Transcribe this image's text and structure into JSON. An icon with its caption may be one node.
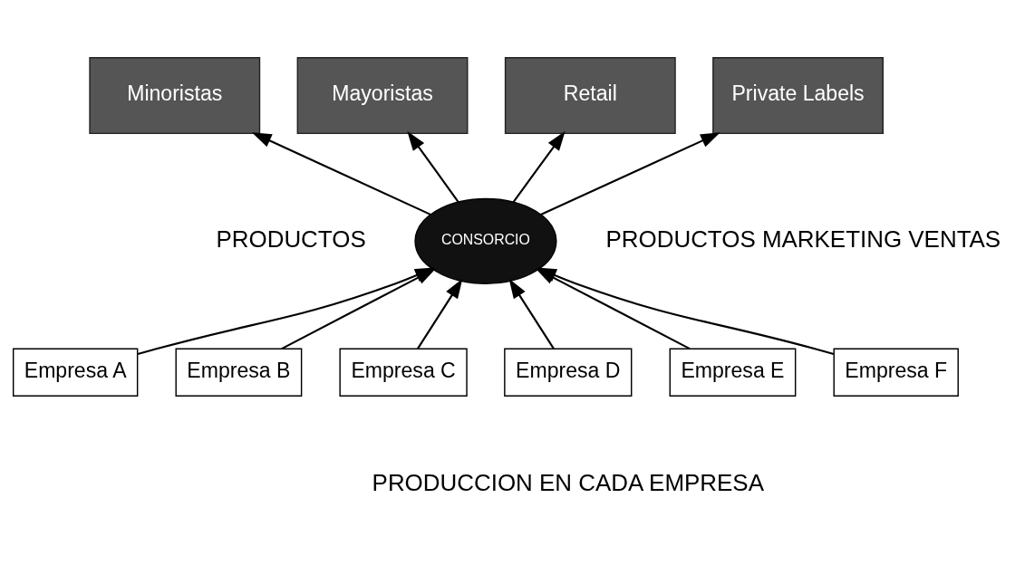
{
  "diagram": {
    "nodes": [
      {
        "text": [
          "Minoristas"
        ]
      },
      {
        "text": [
          "Mayoristas"
        ]
      },
      {
        "text": [
          "Retail"
        ]
      },
      {
        "text": [
          "Private Labels"
        ]
      },
      {
        "text": [
          "CONSORCIO"
        ]
      },
      {
        "text": [
          "Empresa A"
        ]
      },
      {
        "text": [
          "Empresa B"
        ]
      },
      {
        "text": [
          "Empresa C"
        ]
      },
      {
        "text": [
          "Empresa D"
        ]
      },
      {
        "text": [
          "Empresa E"
        ]
      },
      {
        "text": [
          "Empresa F"
        ]
      }
    ],
    "edges": [
      {
        "from": 4,
        "to": 0,
        "arrow": "to"
      },
      {
        "from": 4,
        "to": 1,
        "arrow": "to"
      },
      {
        "from": 4,
        "to": 2,
        "arrow": "to"
      },
      {
        "from": 4,
        "to": 3,
        "arrow": "to"
      },
      {
        "from": 5,
        "to": 4,
        "arrow": "to"
      },
      {
        "from": 6,
        "to": 4,
        "arrow": "to"
      },
      {
        "from": 7,
        "to": 4,
        "arrow": "to"
      },
      {
        "from": 8,
        "to": 4,
        "arrow": "to"
      },
      {
        "from": 9,
        "to": 4,
        "arrow": "to"
      },
      {
        "from": 10,
        "to": 4,
        "arrow": "to"
      }
    ],
    "labels": [
      "PRODUCTOS",
      "PRODUCTOS MARKETING VENTAS",
      "PRODUCCION EN CADA EMPRESA"
    ]
  }
}
